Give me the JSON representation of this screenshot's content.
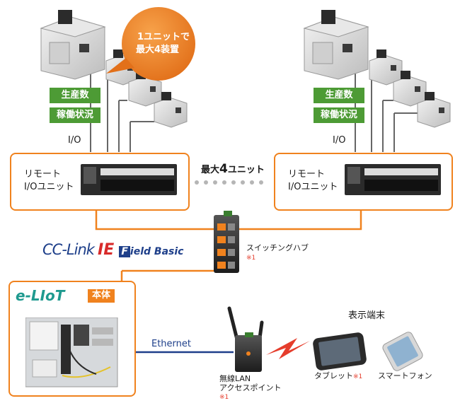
{
  "bubble": {
    "line1": "1ユニットで",
    "line2": "最大4装置"
  },
  "left_group": {
    "labels": [
      "生産数",
      "稼働状況"
    ],
    "io_label": "I/O",
    "remote_unit": {
      "line1": "リモート",
      "line2": "I/Oユニット"
    }
  },
  "right_group": {
    "labels": [
      "生産数",
      "稼働状況"
    ],
    "io_label": "I/O",
    "remote_unit": {
      "line1": "リモート",
      "line2": "I/Oユニット"
    }
  },
  "max_units_label": {
    "prefix": "最大",
    "num": "4",
    "suffix": "ユニット"
  },
  "cc_link": {
    "main": "CC-Link",
    "ie": "IE",
    "f": "F",
    "rest": "ield Basic"
  },
  "switching_hub": {
    "label": "スイッチングハブ",
    "note": "※1"
  },
  "eliot": {
    "logo_text": "e-LIoT",
    "badge": "本体"
  },
  "ethernet_label": "Ethernet",
  "wireless_ap": {
    "line1": "無線LAN",
    "line2": "アクセスポイント",
    "note": "※1"
  },
  "display_terminal_title": "表示端末",
  "tablet": {
    "label": "タブレット",
    "note": "※1"
  },
  "smartphone": {
    "label": "スマートフォン"
  },
  "colors": {
    "orange": "#f0821e",
    "green": "#4d9b35",
    "navy": "#1e3f8a",
    "red": "#e53d2c"
  }
}
